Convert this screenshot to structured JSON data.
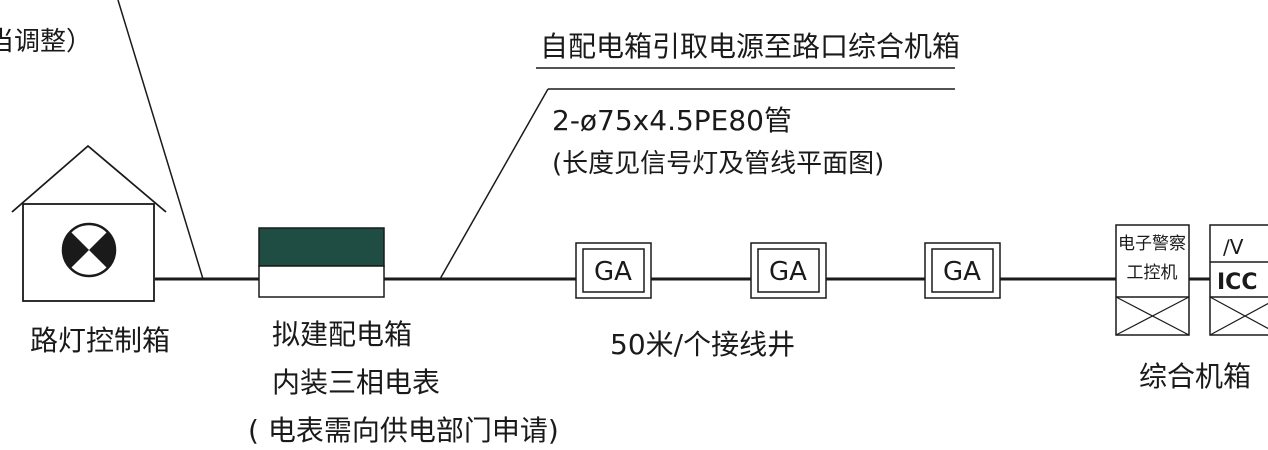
{
  "colors": {
    "line": "#1a1a1a",
    "meter_box_fill": "#1f4d43",
    "background": "#ffffff"
  },
  "annotations": {
    "top_left_partial": "当调整）",
    "power_source": "自配电箱引取电源至路口综合机箱",
    "pipe_spec": "2-ø75x4.5PE80管",
    "length_note": "(长度见信号灯及管线平面图)"
  },
  "streetlight_box": {
    "label": "路灯控制箱",
    "icon": "lamp-x-icon"
  },
  "distribution_box": {
    "line1": "拟建配电箱",
    "line2": "内装三相电表",
    "line3": "( 电表需向供电部门申请)"
  },
  "wells": {
    "items": [
      "GA",
      "GA",
      "GA"
    ],
    "spacing_label": "50米/个接线井"
  },
  "cabinet": {
    "police_line1": "电子警察",
    "police_line2": "工控机",
    "icc_symbol": "∕V",
    "icc_label": "ICC",
    "label": "综合机箱"
  }
}
